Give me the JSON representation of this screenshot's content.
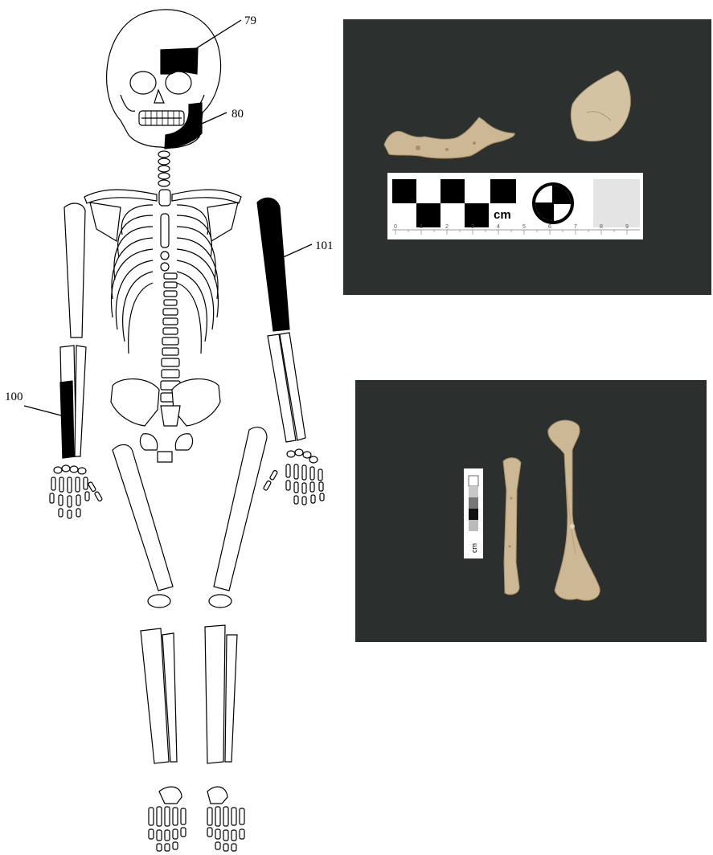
{
  "callouts": {
    "c79": "79",
    "c80": "80",
    "c101": "101",
    "c100": "100"
  },
  "photo_top": {
    "scale_unit": "cm",
    "ruler_numbers": [
      "0",
      "1",
      "2",
      "3",
      "4",
      "5",
      "6",
      "7",
      "8",
      "9"
    ]
  },
  "photo_bottom": {
    "scale_unit": "cm"
  },
  "colors": {
    "photo_background": "#2c3130",
    "bone": "#cdb896",
    "bone_dark": "#a88c62",
    "highlight": "#000000",
    "outline": "#000000"
  }
}
